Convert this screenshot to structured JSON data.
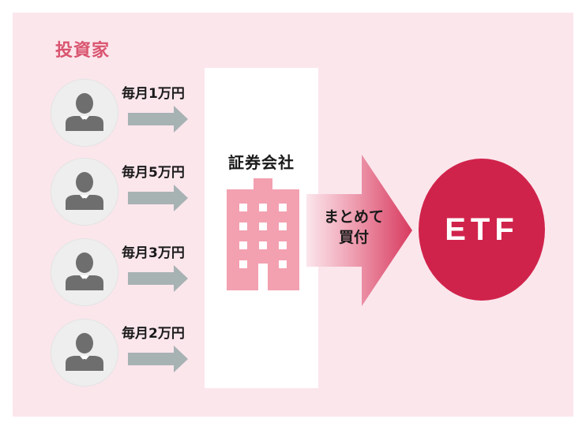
{
  "investors": {
    "title": "投資家",
    "items": [
      {
        "amount": "毎月1万円"
      },
      {
        "amount": "毎月5万円"
      },
      {
        "amount": "毎月3万円"
      },
      {
        "amount": "毎月2万円"
      }
    ]
  },
  "broker": {
    "title": "証券会社"
  },
  "flow": {
    "label_line1": "まとめて",
    "label_line2": "買付"
  },
  "etf": {
    "label": "ETF"
  },
  "icons": {
    "investor": "businessman-icon",
    "small_arrow": "arrow-right-icon",
    "building": "office-building-icon",
    "big_arrow": "large-arrow-right-icon"
  },
  "colors": {
    "background": "#fbe6ec",
    "accent_text": "#d9546f",
    "etf": "#d0234b",
    "building": "#f3a0b1",
    "small_arrow": "#a7b2b3",
    "avatar_figure": "#6e6e6e"
  }
}
